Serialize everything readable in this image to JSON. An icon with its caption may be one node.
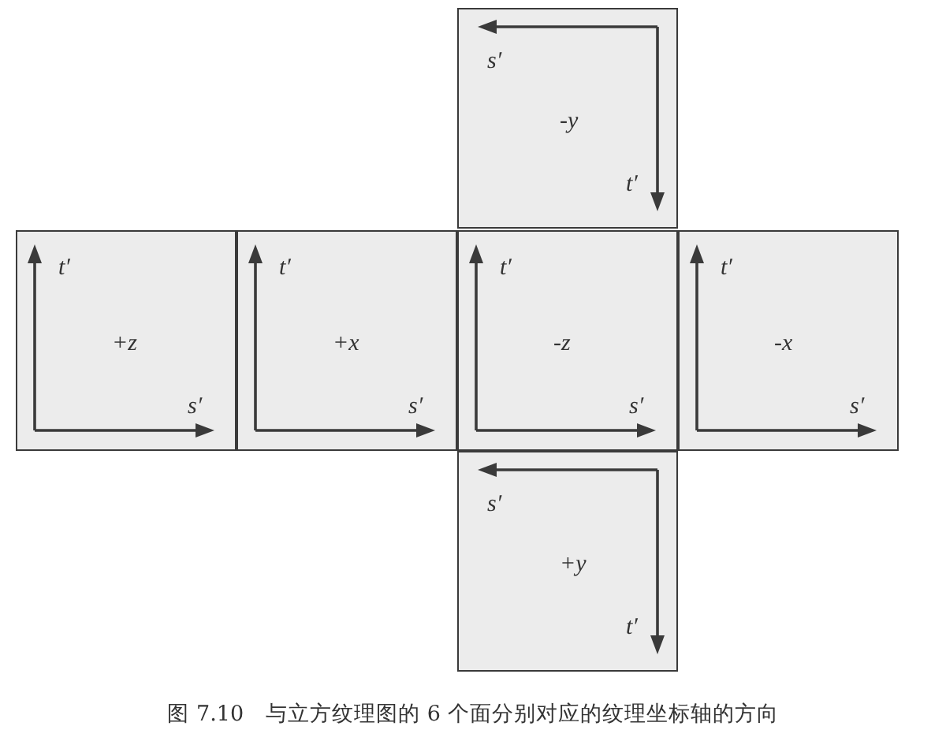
{
  "diagram": {
    "caption": "图 7.10　与立方纹理图的 6 个面分别对应的纹理坐标轴的方向",
    "nodes": [
      {
        "text": [
          "-y",
          "s′",
          "t′"
        ]
      },
      {
        "text": [
          "+z",
          "t′",
          "s′"
        ]
      },
      {
        "text": [
          "+x",
          "t′",
          "s′"
        ]
      },
      {
        "text": [
          "-z",
          "t′",
          "s′"
        ]
      },
      {
        "text": [
          "-x",
          "t′",
          "s′"
        ]
      },
      {
        "text": [
          "+y",
          "s′",
          "t′"
        ]
      }
    ]
  }
}
